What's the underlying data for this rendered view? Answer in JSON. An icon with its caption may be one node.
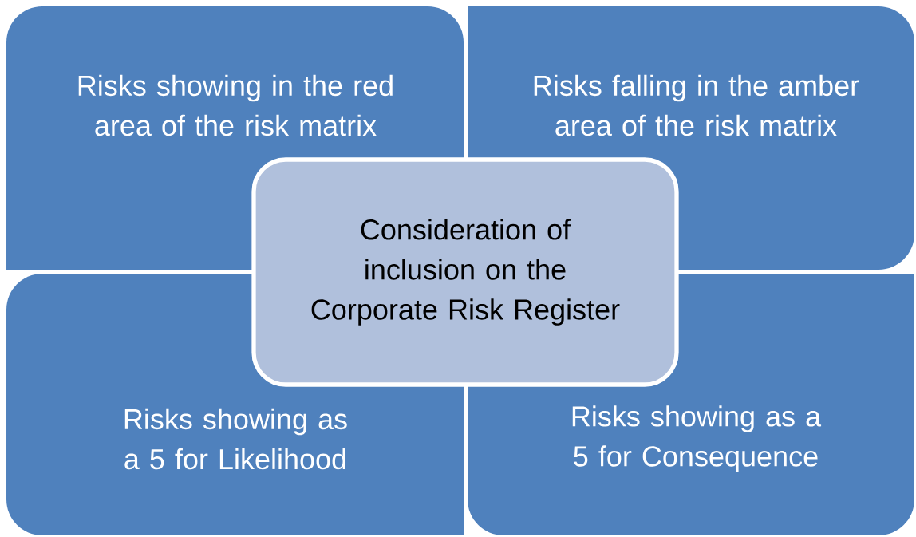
{
  "diagram": {
    "nodes": [
      {
        "text": [
          "Risks showing in the red area of the risk matrix"
        ]
      },
      {
        "text": [
          "Risks falling in the amber area of the risk matrix"
        ]
      },
      {
        "text": [
          "Consideration of inclusion on the Corporate Risk Register"
        ]
      },
      {
        "text": [
          "Risks showing as a 5 for Likelihood"
        ]
      },
      {
        "text": [
          "Risks showing as a 5 for Consequence"
        ]
      }
    ]
  }
}
